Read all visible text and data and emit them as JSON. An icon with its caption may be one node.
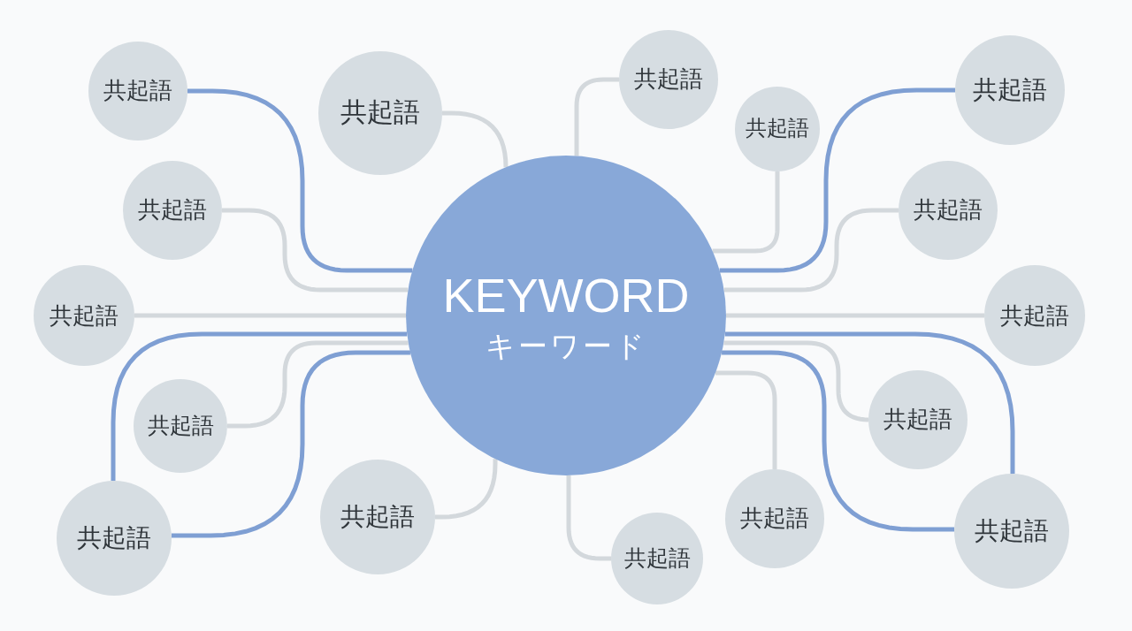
{
  "diagram": {
    "nodes": [
      {
        "text": [
          "KEYWORD",
          "キーワード"
        ]
      },
      {
        "text": [
          "共起語"
        ]
      },
      {
        "text": [
          "共起語"
        ]
      },
      {
        "text": [
          "共起語"
        ]
      },
      {
        "text": [
          "共起語"
        ]
      },
      {
        "text": [
          "共起語"
        ]
      },
      {
        "text": [
          "共起語"
        ]
      },
      {
        "text": [
          "共起語"
        ]
      },
      {
        "text": [
          "共起語"
        ]
      },
      {
        "text": [
          "共起語"
        ]
      },
      {
        "text": [
          "共起語"
        ]
      },
      {
        "text": [
          "共起語"
        ]
      },
      {
        "text": [
          "共起語"
        ]
      },
      {
        "text": [
          "共起語"
        ]
      },
      {
        "text": [
          "共起語"
        ]
      },
      {
        "text": [
          "共起語"
        ]
      },
      {
        "text": [
          "共起語"
        ]
      }
    ],
    "edges": [
      {
        "from": 0,
        "to": 1,
        "arrow": "none",
        "color": "#7f9fd3"
      },
      {
        "from": 0,
        "to": 2,
        "arrow": "none"
      },
      {
        "from": 0,
        "to": 3,
        "arrow": "none"
      },
      {
        "from": 0,
        "to": 4,
        "arrow": "none"
      },
      {
        "from": 0,
        "to": 5,
        "arrow": "none",
        "color": "#7f9fd3"
      },
      {
        "from": 0,
        "to": 6,
        "arrow": "none"
      },
      {
        "from": 0,
        "to": 7,
        "arrow": "none"
      },
      {
        "from": 0,
        "to": 8,
        "arrow": "none"
      },
      {
        "from": 0,
        "to": 9,
        "arrow": "none"
      },
      {
        "from": 0,
        "to": 10,
        "arrow": "none"
      },
      {
        "from": 0,
        "to": 11,
        "arrow": "none"
      },
      {
        "from": 0,
        "to": 12,
        "arrow": "none",
        "color": "#7f9fd3"
      },
      {
        "from": 0,
        "to": 12,
        "arrow": "none",
        "color": "#7f9fd3"
      },
      {
        "from": 0,
        "to": 13,
        "arrow": "none"
      },
      {
        "from": 0,
        "to": 14,
        "arrow": "none"
      },
      {
        "from": 0,
        "to": 15,
        "arrow": "none"
      },
      {
        "from": 0,
        "to": 16,
        "arrow": "none",
        "color": "#7f9fd3"
      },
      {
        "from": 0,
        "to": 16,
        "arrow": "none",
        "color": "#7f9fd3"
      }
    ]
  }
}
